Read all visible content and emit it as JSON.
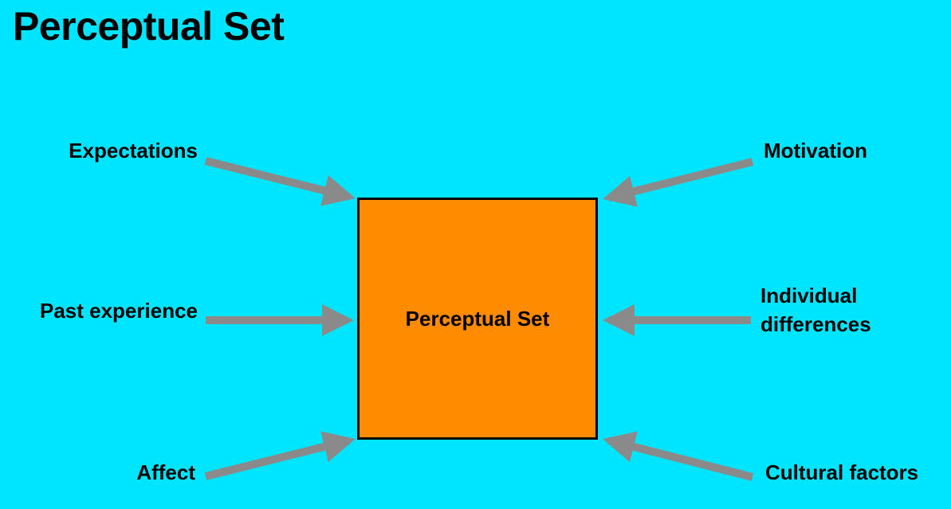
{
  "title": "Perceptual Set",
  "center": {
    "label": "Perceptual Set",
    "fill": "#ff8c00"
  },
  "factors": {
    "expectations": "Expectations",
    "past_experience": "Past experience",
    "affect": "Affect",
    "motivation": "Motivation",
    "individual_differences_line1": "Individual",
    "individual_differences_line2": "differences",
    "cultural_factors": "Cultural factors"
  },
  "colors": {
    "background": "#00e5ff",
    "arrow": "#8a8a8a",
    "box_border": "#000000"
  }
}
